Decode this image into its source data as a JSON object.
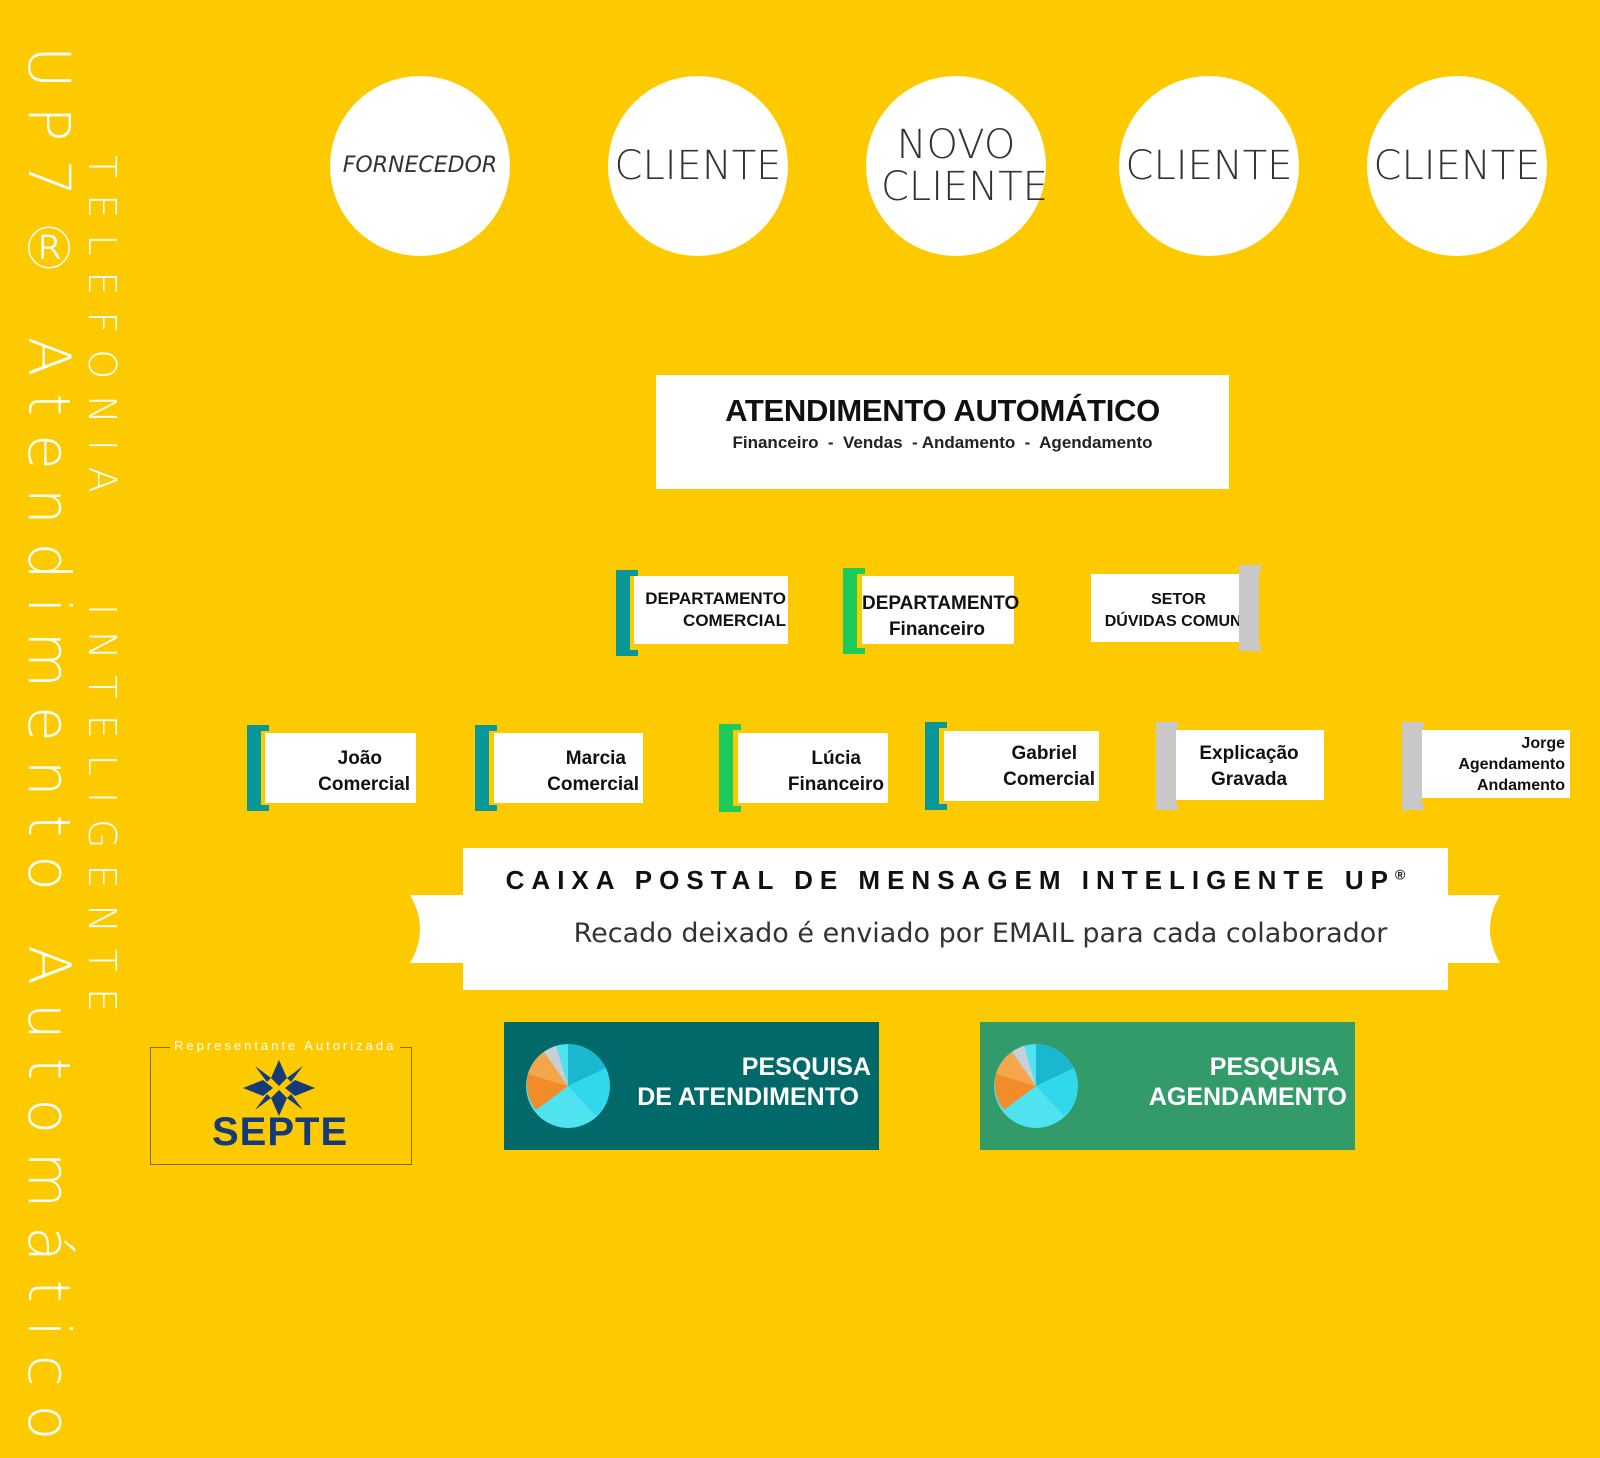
{
  "side": {
    "main_title": "UP7® Atendimento Automático",
    "sub_word1": "TELEFONIA",
    "sub_word2": "INTELIGENTE"
  },
  "circles": [
    "FORNECEDOR",
    "CLIENTE",
    "NOVO CLIENTE",
    "CLIENTE",
    "CLIENTE"
  ],
  "main_box": {
    "title": "ATENDIMENTO AUTOMÁTICO",
    "subtitle": "Financeiro  -  Vendas  - Andamento  -  Agendamento"
  },
  "departments": [
    {
      "line1": "DEPARTAMENTO",
      "line2": "COMERCIAL"
    },
    {
      "line1": "DEPARTAMENTO",
      "line2": "Financeiro"
    },
    {
      "line1": "SETOR",
      "line2": "DÚVIDAS COMUNS"
    }
  ],
  "people": [
    {
      "line1": "João",
      "line2": "Comercial"
    },
    {
      "line1": "Marcia",
      "line2": "Comercial"
    },
    {
      "line1": "Lúcia",
      "line2": "Financeiro"
    },
    {
      "line1": "Gabriel",
      "line2": "Comercial"
    },
    {
      "line1": "Explicação",
      "line2": "Gravada"
    },
    {
      "line1": "Jorge",
      "line2": "Agendamento",
      "line3": "Andamento"
    }
  ],
  "mailbox": {
    "title": "CAIXA POSTAL DE MENSAGEM INTELIGENTE UP",
    "title_mark": "®",
    "subtitle": "Recado deixado é enviado por EMAIL para cada colaborador"
  },
  "surveys": [
    {
      "line1": "PESQUISA",
      "line2": "DE ATENDIMENTO",
      "color": "#02696a"
    },
    {
      "line1": "PESQUISA",
      "line2": "AGENDAMENTO",
      "color": "#339a6a"
    }
  ],
  "logo": {
    "caption": "Representante Autorizada",
    "name": "SEPTE"
  },
  "colors": {
    "background": "#fdca00",
    "teal": "#0a9797",
    "green": "#1ecb5a",
    "grey": "#c8c8c8"
  }
}
